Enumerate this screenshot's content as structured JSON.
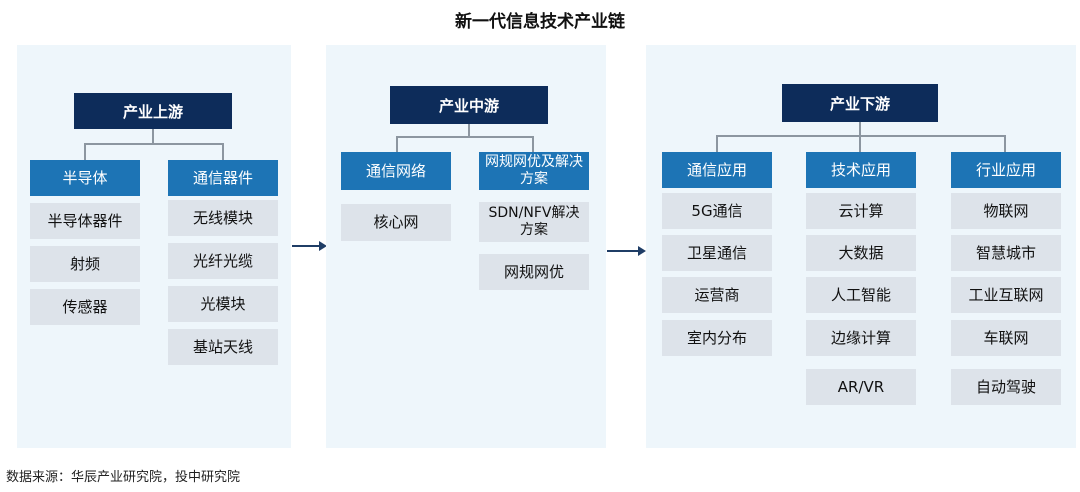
{
  "title": "新一代信息技术产业链",
  "upstream": {
    "header": "产业上游",
    "cat1": {
      "label": "半导体",
      "items": [
        "半导体器件",
        "射频",
        "传感器"
      ]
    },
    "cat2": {
      "label": "通信器件",
      "items": [
        "无线模块",
        "光纤光缆",
        "光模块",
        "基站天线"
      ]
    }
  },
  "midstream": {
    "header": "产业中游",
    "cat1": {
      "label": "通信网络",
      "items": [
        "核心网"
      ]
    },
    "cat2": {
      "label": "网规网优及解决方案",
      "items": [
        "SDN/NFV解决方案",
        "网规网优"
      ]
    }
  },
  "downstream": {
    "header": "产业下游",
    "cat1": {
      "label": "通信应用",
      "items": [
        "5G通信",
        "卫星通信",
        "运营商",
        "室内分布"
      ]
    },
    "cat2": {
      "label": "技术应用",
      "items": [
        "云计算",
        "大数据",
        "人工智能",
        "边缘计算",
        "AR/VR"
      ]
    },
    "cat3": {
      "label": "行业应用",
      "items": [
        "物联网",
        "智慧城市",
        "工业互联网",
        "车联网",
        "自动驾驶"
      ]
    }
  },
  "source": "数据来源：华辰产业研究院，投中研究院"
}
